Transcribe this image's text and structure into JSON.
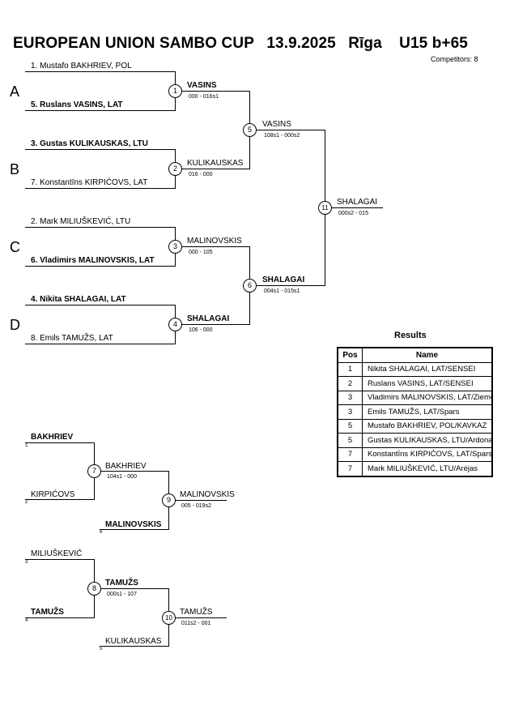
{
  "header": {
    "event": "EUROPEAN UNION SAMBO CUP",
    "date": "13.9.2025",
    "city": "Rīga",
    "category": "U15 b+65",
    "competitors": "Competitors: 8"
  },
  "groups": [
    "A",
    "B",
    "C",
    "D"
  ],
  "main_bracket": {
    "entries": [
      "1. Mustafo BAKHRIEV, POL",
      "5. Ruslans VASINS, LAT",
      "3. Gustas KULIKAUSKAS, LTU",
      "7. Konstantīns KIRPIĆOVS, LAT",
      "2. Mark MILIUŠKEVIĆ, LTU",
      "6. Vladimirs MALINOVSKIS, LAT",
      "4. Nikita SHALAGAI, LAT",
      "8. Emils TAMUŽS, LAT"
    ],
    "matches": {
      "m1": {
        "no": "1",
        "winner": "VASINS",
        "score": "000 - 016s1"
      },
      "m2": {
        "no": "2",
        "winner": "KULIKAUSKAS",
        "score": "016 - 000"
      },
      "m3": {
        "no": "3",
        "winner": "MALINOVSKIS",
        "score": "000 - 105"
      },
      "m4": {
        "no": "4",
        "winner": "SHALAGAI",
        "score": "106 - 000"
      },
      "m5": {
        "no": "5",
        "winner": "VASINS",
        "score": "108s1 - 000s2"
      },
      "m6": {
        "no": "6",
        "winner": "SHALAGAI",
        "score": "004s1 - 015s1"
      },
      "m11": {
        "no": "11",
        "winner": "SHALAGAI",
        "score": "000s2 - 015"
      }
    }
  },
  "repechage": {
    "upper": {
      "top": "BAKHRIEV",
      "top_seed": "1",
      "bottom": "KIRPIĆOVS",
      "bottom_seed": "2",
      "m7": {
        "no": "7",
        "winner": "BAKHRIEV",
        "score": "104s1 - 000"
      },
      "third": "MALINOVSKIS",
      "third_seed": "6",
      "m9": {
        "no": "9",
        "winner": "MALINOVSKIS",
        "score": "005 - 019s2"
      }
    },
    "lower": {
      "top": "MILIUŠKEVIĆ",
      "top_seed": "3",
      "bottom": "TAMUŽS",
      "bottom_seed": "4",
      "m8": {
        "no": "8",
        "winner": "TAMUŽS",
        "score": "000s1 - 107"
      },
      "third": "KULIKAUSKAS",
      "third_seed": "5",
      "m10": {
        "no": "10",
        "winner": "TAMUŽS",
        "score": "011s2 - 001"
      }
    }
  },
  "results": {
    "title": "Results",
    "headers": {
      "pos": "Pos",
      "name": "Name"
    },
    "rows": [
      {
        "pos": "1",
        "name": "Nikita SHALAGAI, LAT/SENSEI"
      },
      {
        "pos": "2",
        "name": "Ruslans VASINS, LAT/SENSEI"
      },
      {
        "pos": "3",
        "name": "Vladimirs MALINOVSKIS, LAT/Ziemeļu"
      },
      {
        "pos": "3",
        "name": "Emils TAMUŽS, LAT/Spars"
      },
      {
        "pos": "5",
        "name": "Mustafo BAKHRIEV, POL/KAVKAZ"
      },
      {
        "pos": "5",
        "name": "Gustas KULIKAUSKAS, LTU/Ardonas"
      },
      {
        "pos": "7",
        "name": "Konstantīns KIRPIĆOVS, LAT/Spars"
      },
      {
        "pos": "7",
        "name": "Mark MILIUŠKEVIĆ, LTU/Arėjas"
      }
    ]
  }
}
